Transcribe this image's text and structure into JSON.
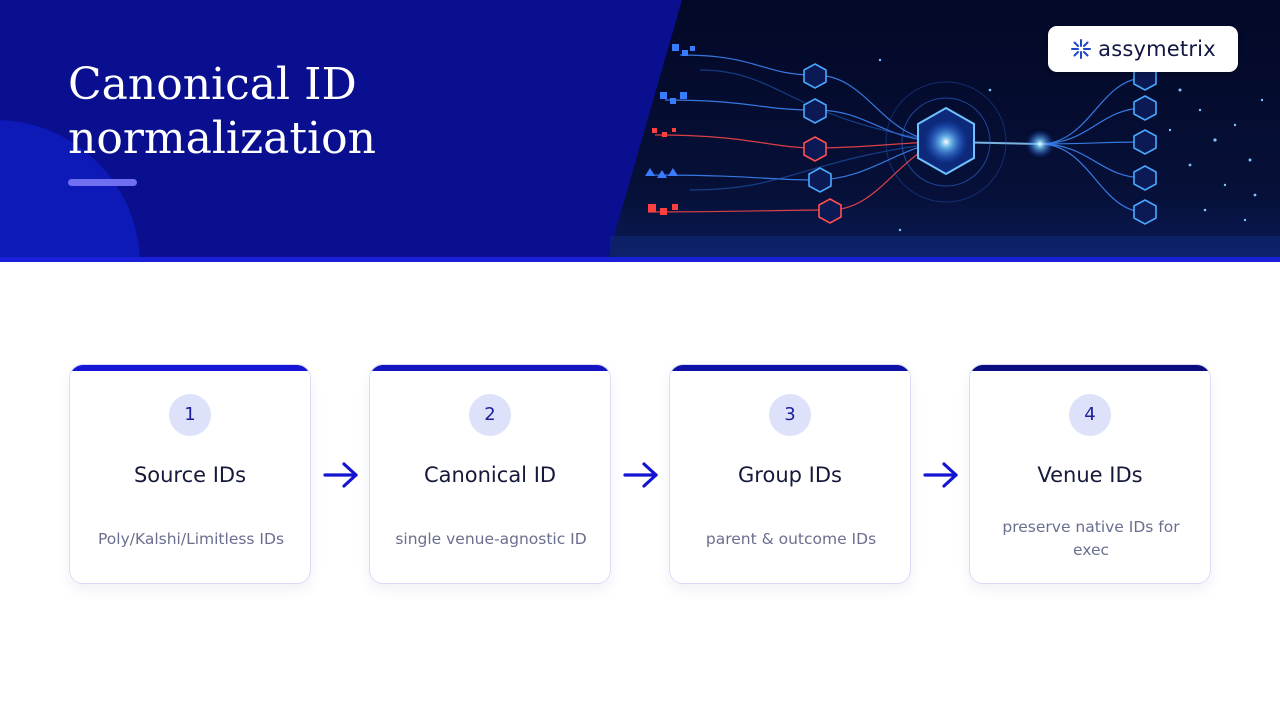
{
  "header": {
    "title_line1": "Canonical ID",
    "title_line2": "normalization",
    "logo_text": "assymetrix"
  },
  "colors": {
    "header_bg": "#0a0f8f",
    "accent_blue": "#1a1fd8",
    "card_bar_1": "#1616d6",
    "card_bar_2": "#1414c0",
    "card_bar_3": "#0f10a6",
    "card_bar_4": "#0b0c80",
    "arrow": "#1414d0"
  },
  "steps": [
    {
      "number": "1",
      "title": "Source IDs",
      "description": "Poly/Kalshi/Limitless IDs"
    },
    {
      "number": "2",
      "title": "Canonical ID",
      "description": "single venue-agnostic ID"
    },
    {
      "number": "3",
      "title": "Group IDs",
      "description": "parent & outcome IDs"
    },
    {
      "number": "4",
      "title": "Venue IDs",
      "description": "preserve native IDs for exec"
    }
  ],
  "icons": [
    "logo-burst-icon",
    "arrow-right-icon",
    "network-illustration"
  ]
}
